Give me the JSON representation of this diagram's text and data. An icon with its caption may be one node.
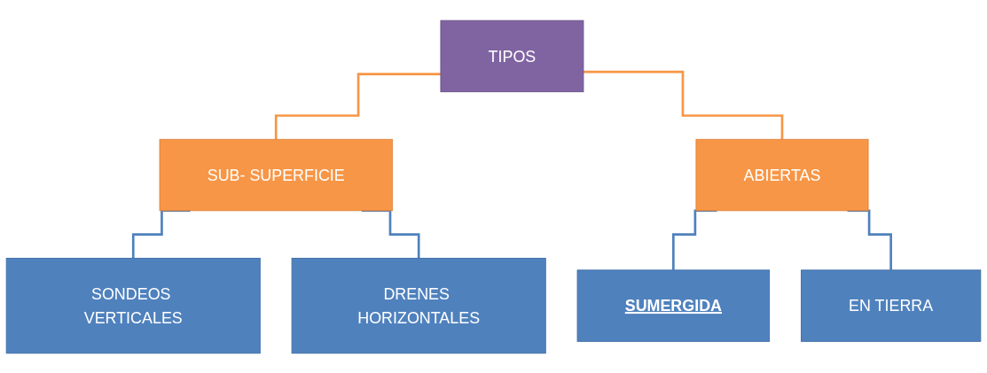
{
  "diagram": {
    "nodes": [
      {
        "text": [
          "TIPOS"
        ]
      },
      {
        "text": [
          "SUB- SUPERFICIE"
        ]
      },
      {
        "text": [
          "ABIERTAS"
        ]
      },
      {
        "text": [
          "SONDEOS VERTICALES"
        ]
      },
      {
        "text": [
          "DRENES HORIZONTALES"
        ]
      },
      {
        "text": [
          "SUMERGIDA"
        ]
      },
      {
        "text": [
          "EN TIERRA"
        ]
      }
    ],
    "edges": [
      {
        "from": 0,
        "to": 1,
        "arrow": "none",
        "color": "#f79646"
      },
      {
        "from": 0,
        "to": 2,
        "arrow": "none",
        "color": "#f79646"
      },
      {
        "from": 1,
        "to": 3,
        "arrow": "none"
      },
      {
        "from": 1,
        "to": 4,
        "arrow": "none"
      },
      {
        "from": 2,
        "to": 5,
        "arrow": "none"
      },
      {
        "from": 2,
        "to": 6,
        "arrow": "none"
      }
    ]
  }
}
